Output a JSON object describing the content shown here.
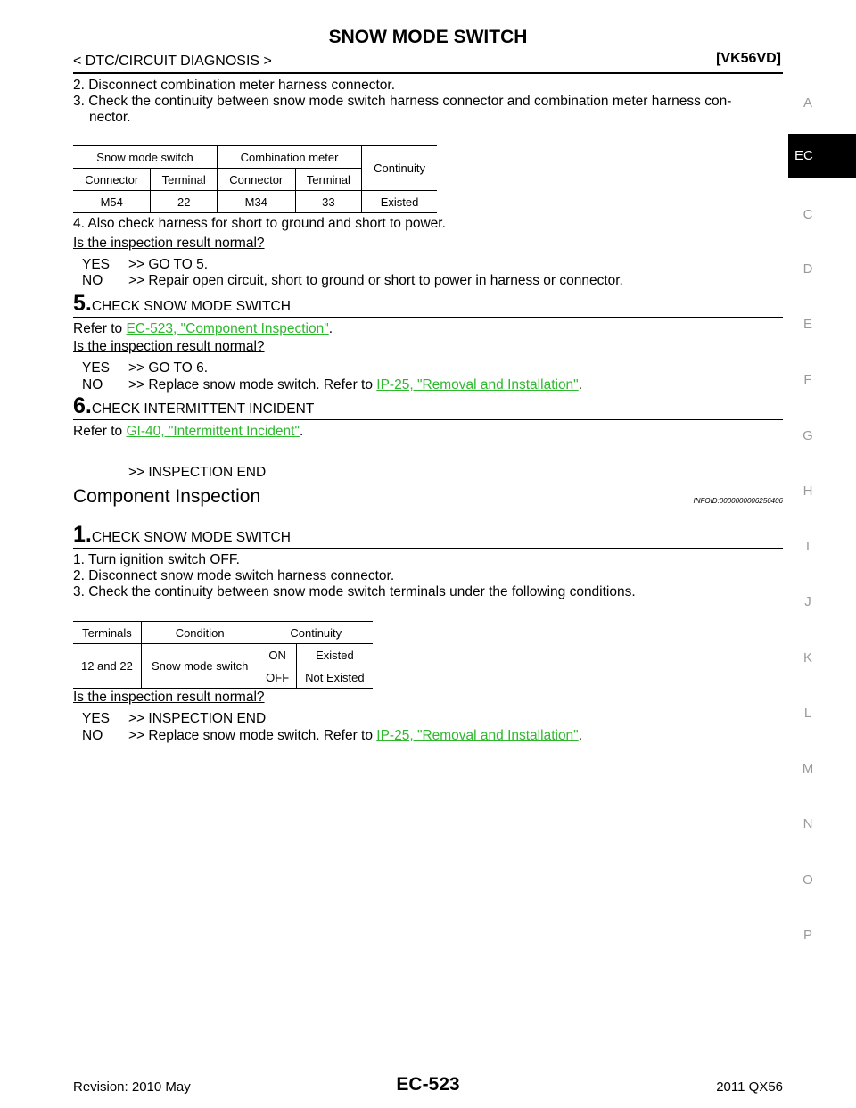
{
  "header": {
    "title": "SNOW MODE SWITCH",
    "breadcrumb": "< DTC/CIRCUIT DIAGNOSIS >",
    "model": "[VK56VD]"
  },
  "sidebar": {
    "letters": [
      "A",
      "EC",
      "C",
      "D",
      "E",
      "F",
      "G",
      "H",
      "I",
      "J",
      "K",
      "L",
      "M",
      "N",
      "O",
      "P"
    ],
    "active": "EC"
  },
  "section1": {
    "step2": "2. Disconnect combination meter harness connector.",
    "step3_line1": "3. Check the continuity between snow mode switch harness connector and combination meter harness con-",
    "step3_line2": "nector.",
    "table": {
      "group1": "Snow mode switch",
      "group2": "Combination meter",
      "continuity": "Continuity",
      "headers": [
        "Connector",
        "Terminal",
        "Connector",
        "Terminal"
      ],
      "row": [
        "M54",
        "22",
        "M34",
        "33",
        "Existed"
      ]
    },
    "step4": "4. Also check harness for short to ground and short to power.",
    "question": "Is the inspection result normal?",
    "yes_key": "YES",
    "yes_val": ">> GO TO 5.",
    "no_key": "NO",
    "no_val": ">> Repair open circuit, short to ground or short to power in harness or connector."
  },
  "step5": {
    "num": "5.",
    "title": "CHECK SNOW MODE SWITCH",
    "refer_prefix": "Refer to ",
    "refer_link": "EC-523, \"Component Inspection\"",
    "refer_suffix": ".",
    "question": "Is the inspection result normal?",
    "yes_key": "YES",
    "yes_val": ">> GO TO 6.",
    "no_key": "NO",
    "no_val": ">> Replace snow mode switch. Refer to ",
    "no_link": "IP-25, \"Removal and Installation\"",
    "no_suffix": "."
  },
  "step6": {
    "num": "6.",
    "title": "CHECK INTERMITTENT INCIDENT",
    "refer_prefix": "Refer to ",
    "refer_link": "GI-40, \"Intermittent Incident\"",
    "refer_suffix": ".",
    "end": ">> INSPECTION END"
  },
  "component": {
    "heading": "Component Inspection",
    "infoid": "INFOID:0000000006256406",
    "step_num": "1.",
    "step_title": "CHECK SNOW MODE SWITCH",
    "line1": "1. Turn ignition switch OFF.",
    "line2": "2. Disconnect snow mode switch harness connector.",
    "line3": "3. Check the continuity between snow mode switch terminals under the following conditions.",
    "table": {
      "headers": [
        "Terminals",
        "Condition",
        "Continuity"
      ],
      "terminals": "12 and 22",
      "condition": "Snow mode switch",
      "rows": [
        [
          "ON",
          "Existed"
        ],
        [
          "OFF",
          "Not Existed"
        ]
      ]
    },
    "question": "Is the inspection result normal?",
    "yes_key": "YES",
    "yes_val": ">> INSPECTION END",
    "no_key": "NO",
    "no_val": ">> Replace snow mode switch. Refer to ",
    "no_link": "IP-25, \"Removal and Installation\"",
    "no_suffix": "."
  },
  "footer": {
    "revision": "Revision: 2010 May",
    "page": "EC-523",
    "vehicle": "2011 QX56"
  }
}
